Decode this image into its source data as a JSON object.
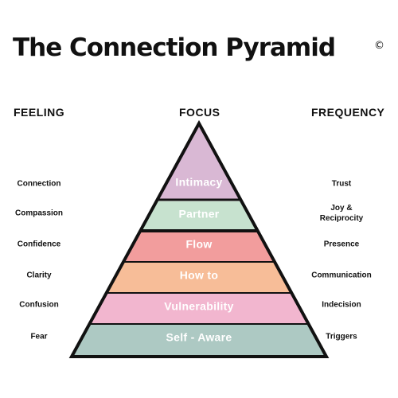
{
  "title": "The Connection Pyramid",
  "copyright_symbol": "©",
  "headers": {
    "left": "FEELING",
    "center": "FOCUS",
    "right": "FREQUENCY"
  },
  "tiers": [
    {
      "focus": "Intimacy",
      "feeling": "Connection",
      "frequency": "Trust",
      "color": "#d9b8d4"
    },
    {
      "focus": "Partner",
      "feeling": "Compassion",
      "frequency": "Joy &\nReciprocity",
      "color": "#c7e2cf"
    },
    {
      "focus": "Flow",
      "feeling": "Confidence",
      "frequency": "Presence",
      "color": "#f29d9d"
    },
    {
      "focus": "How to",
      "feeling": "Clarity",
      "frequency": "Communication",
      "color": "#f7bd98"
    },
    {
      "focus": "Vulnerability",
      "feeling": "Confusion",
      "frequency": "Indecision",
      "color": "#f2b6cf"
    },
    {
      "focus": "Self - Aware",
      "feeling": "Fear",
      "frequency": "Triggers",
      "color": "#adc9c3"
    }
  ],
  "colors": {
    "outline": "#111111",
    "text": "#111111",
    "tier_text": "#ffffff"
  }
}
